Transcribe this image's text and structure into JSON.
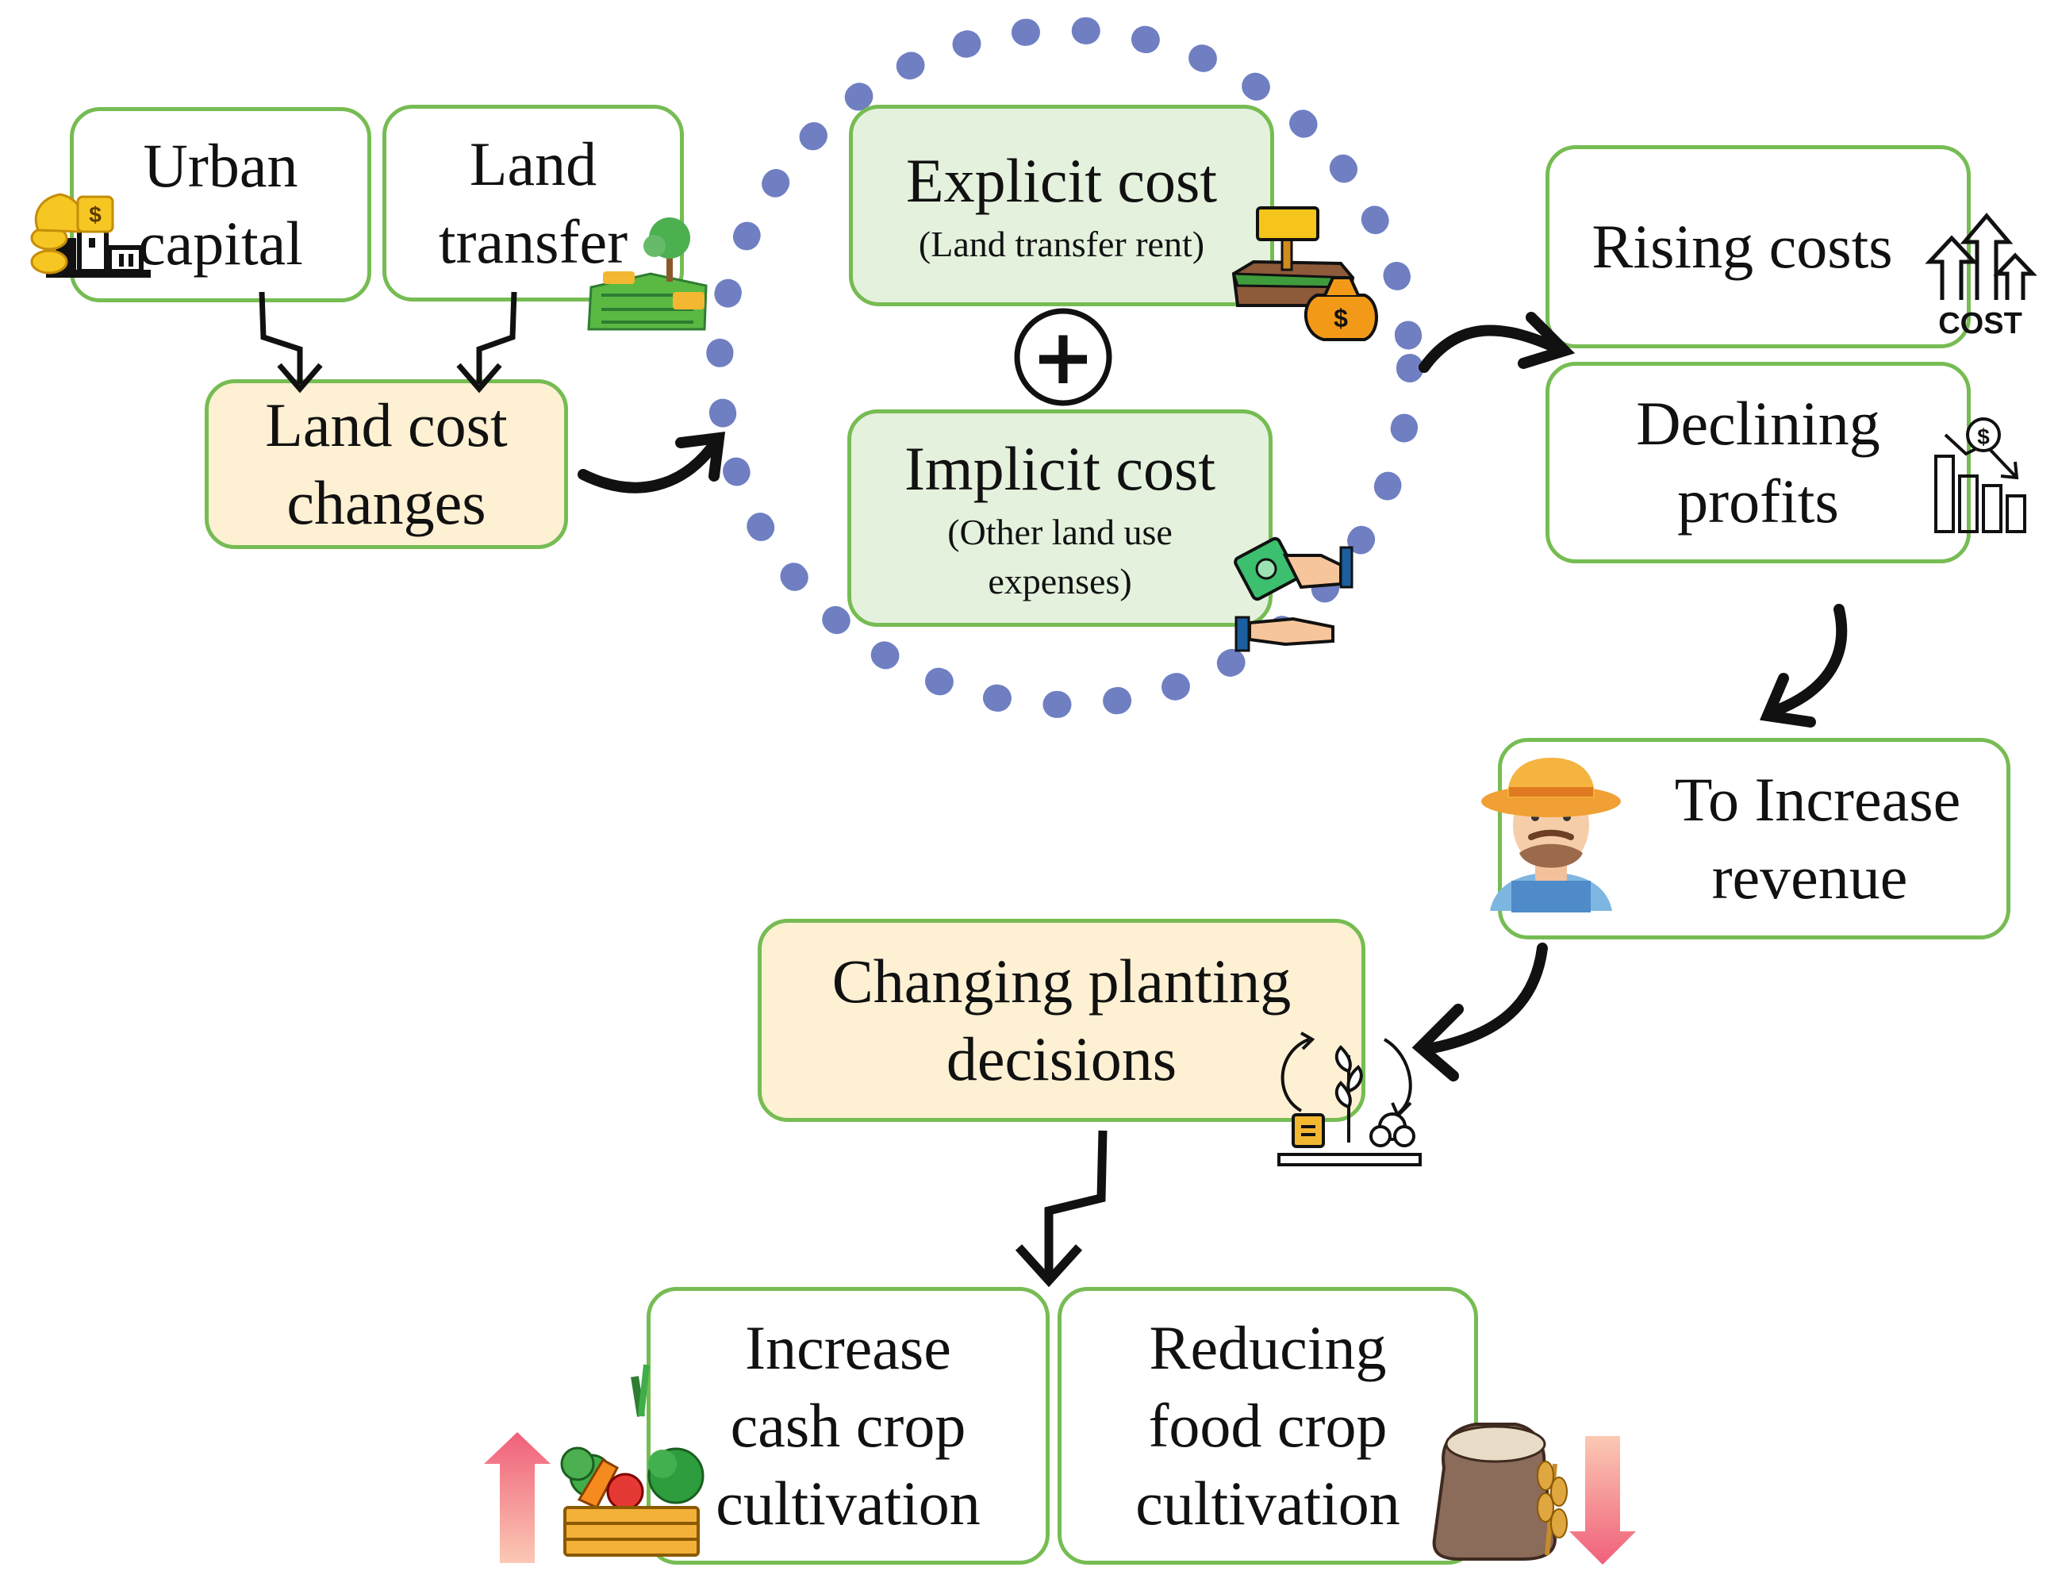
{
  "nodes": {
    "urban_capital": [
      "Urban",
      "capital"
    ],
    "land_transfer": [
      "Land",
      "transfer"
    ],
    "land_cost_changes": [
      "Land cost",
      "changes"
    ],
    "explicit_cost": {
      "title": "Explicit cost",
      "sub": "(Land transfer rent)"
    },
    "plus": "+",
    "implicit_cost": {
      "title": "Implicit cost",
      "sub": [
        "(Other land use",
        "expenses)"
      ]
    },
    "rising_costs": "Rising costs",
    "declining_profits": [
      "Declining",
      "profits"
    ],
    "to_increase_revenue": [
      "To Increase",
      "revenue"
    ],
    "changing_planting_decisions": [
      "Changing planting",
      "decisions"
    ],
    "increase_cash_crop": [
      "Increase",
      "cash crop",
      "cultivation"
    ],
    "reducing_food_crop": [
      "Reducing",
      "food crop",
      "cultivation"
    ]
  },
  "icons": {
    "cost_label": "COST",
    "money": "$"
  },
  "colors": {
    "box_border": "#76bc53",
    "box_yellow": "#fdf0d3",
    "box_green": "#e4f1dd",
    "dashed_circle": "#6f7fc2",
    "arrow_up": "#f0607a",
    "arrow_down": "#f0607a"
  }
}
